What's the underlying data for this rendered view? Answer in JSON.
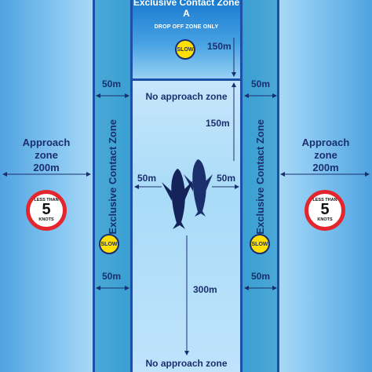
{
  "zone_a": {
    "title": "Exclusive Contact Zone A",
    "subtitle": "DROP OFF ZONE ONLY",
    "distance": "150m"
  },
  "no_approach_top": "No approach zone",
  "no_approach_bottom": "No approach zone",
  "exclusive_zone_label": "Exclusive Contact Zone",
  "approach_zone": {
    "label_line1": "Approach",
    "label_line2": "zone",
    "distance": "200m"
  },
  "distances": {
    "left_upper": "50m",
    "right_upper": "50m",
    "whale_top": "150m",
    "whale_left": "50m",
    "whale_right": "50m",
    "left_lower": "50m",
    "right_lower": "50m",
    "whale_bottom": "300m"
  },
  "slow_badge": "SLOW",
  "speed_limit": {
    "line1": "LESS THAN",
    "value": "5",
    "line2": "KNOTS"
  },
  "colors": {
    "navy": "#1b2f6e",
    "approach_blue": "#8ccaf2",
    "exclusive_blue": "#3a9fd2",
    "no_approach_blue": "#bfe3fb",
    "zone_a_blue": "#1a7ad0",
    "slow_yellow": "#ffe000",
    "limit_red": "#e3262d"
  },
  "icons": [
    "whale-icon",
    "whale-icon",
    "arrow-icon",
    "slow-sign-icon",
    "speed-limit-sign-icon"
  ]
}
